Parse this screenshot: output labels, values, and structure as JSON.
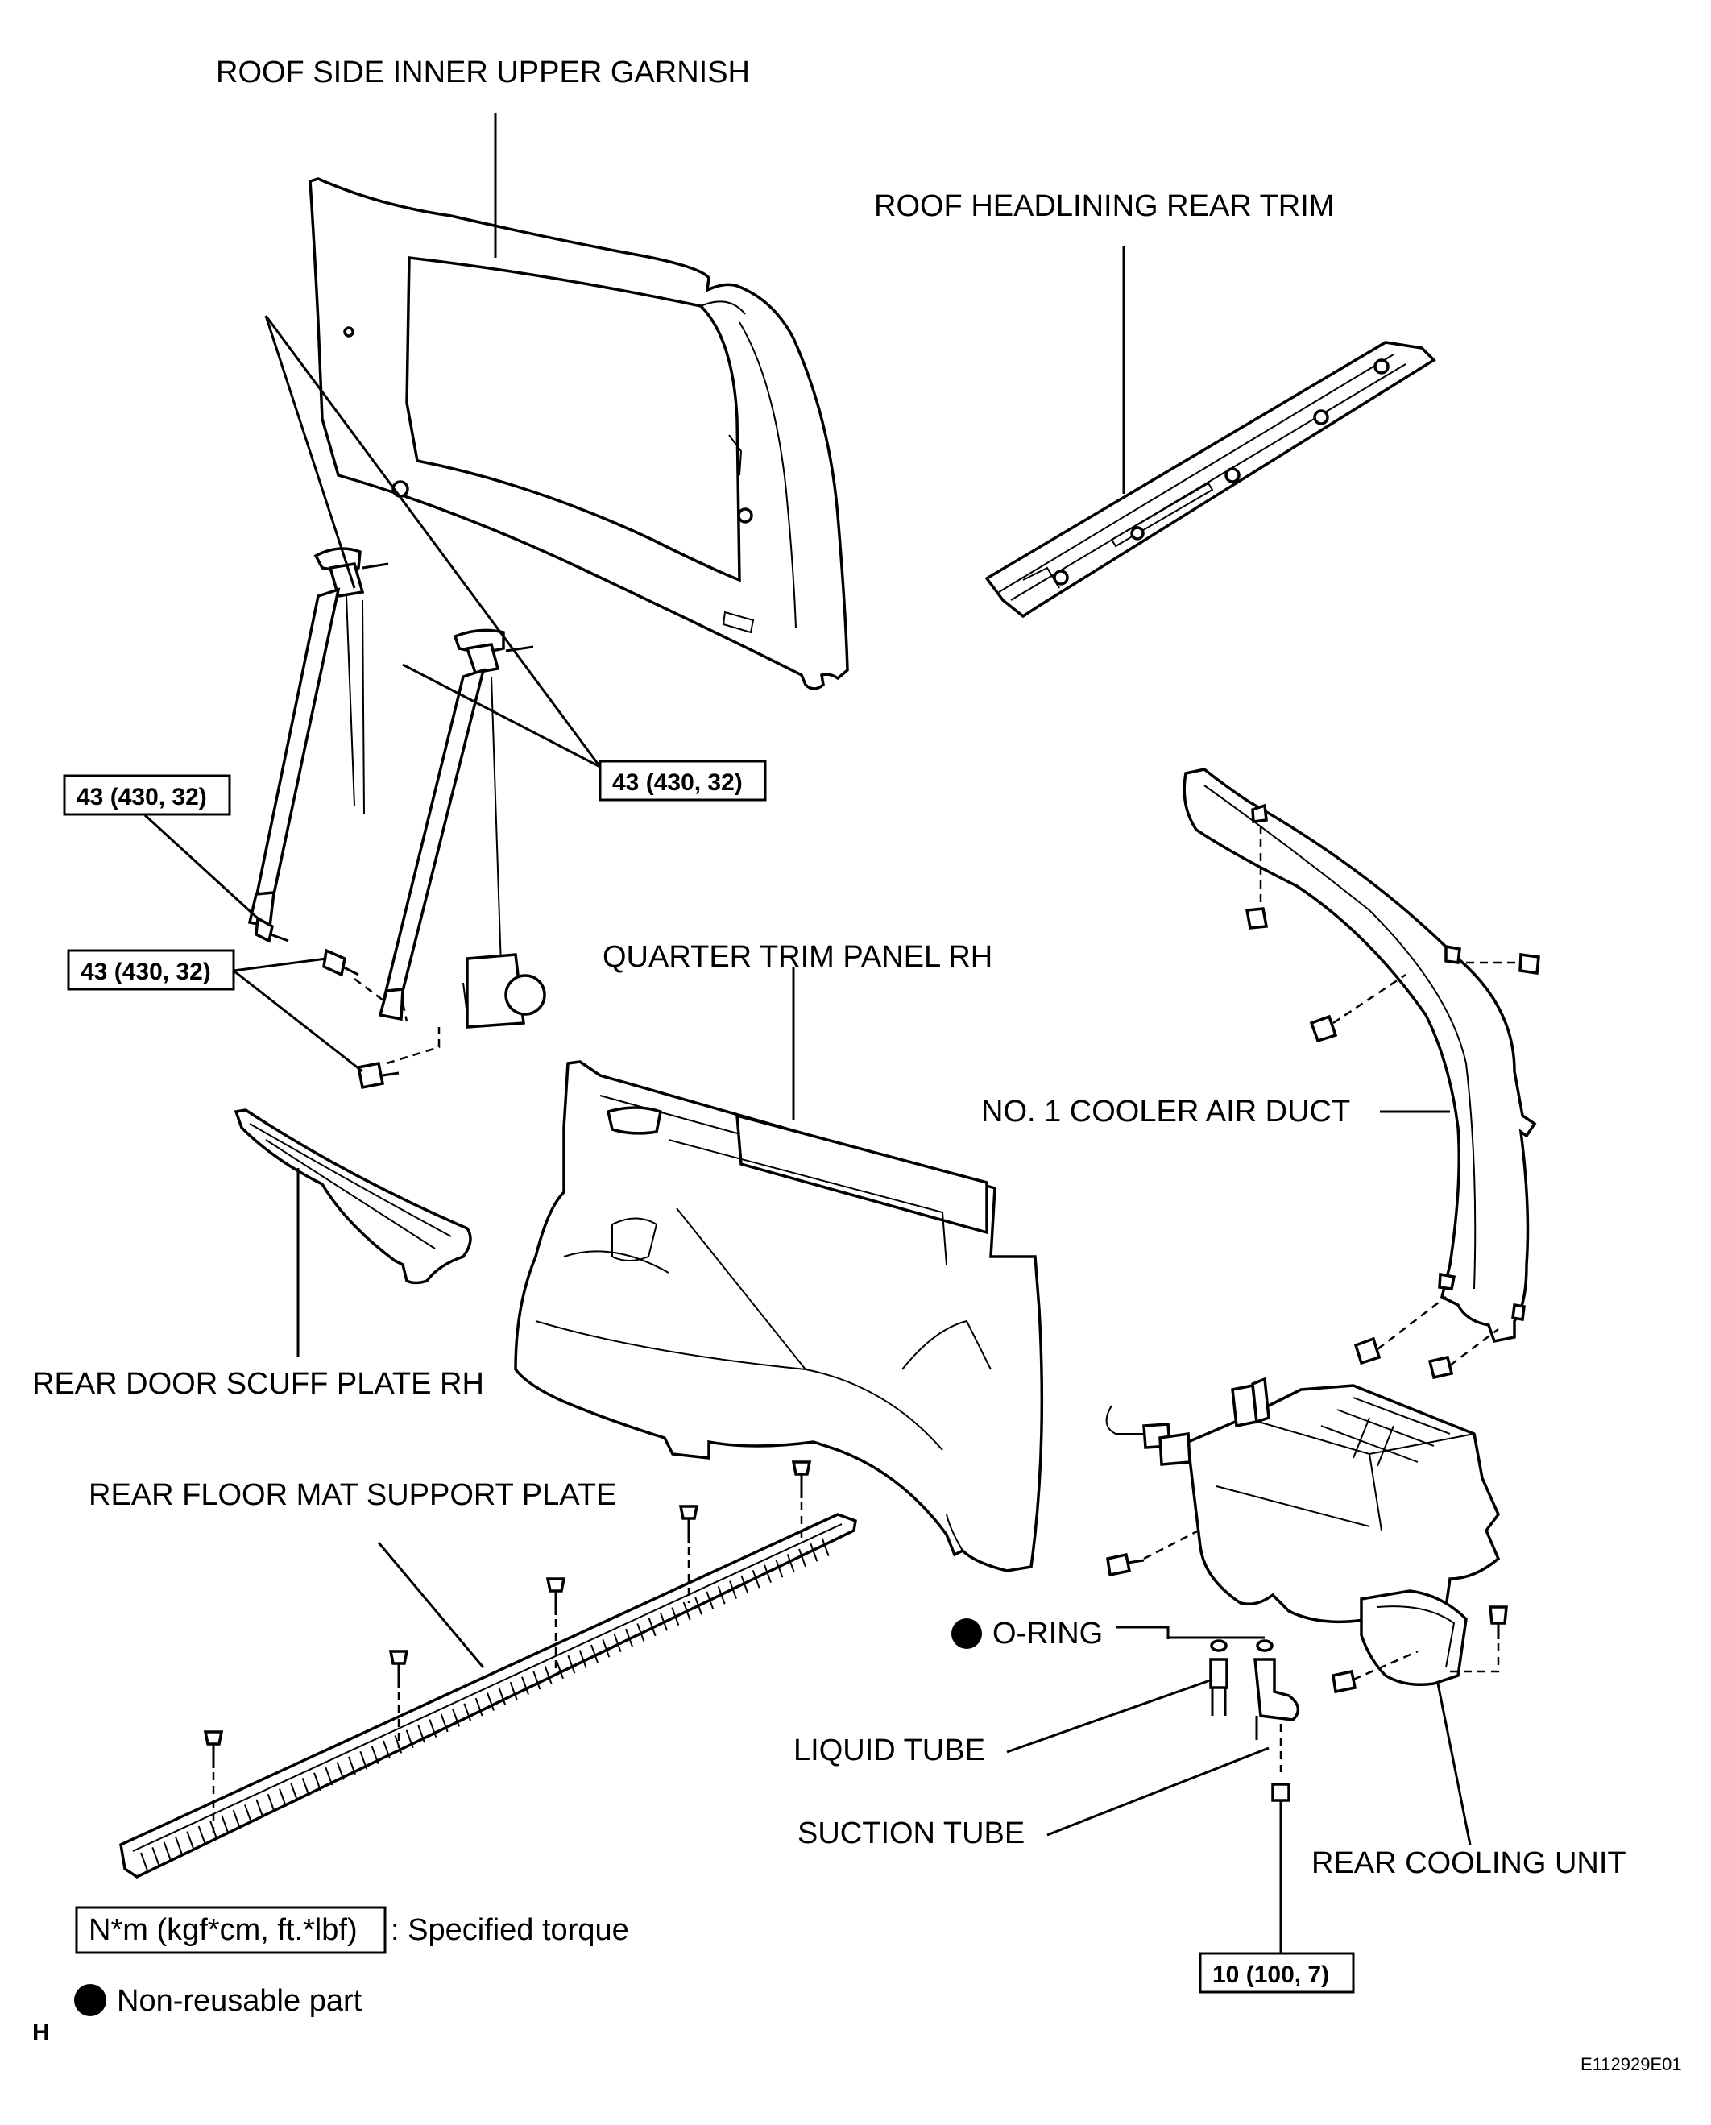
{
  "labels": {
    "roof_side_inner_upper_garnish": "ROOF SIDE INNER UPPER GARNISH",
    "roof_headlining_rear_trim": "ROOF HEADLINING REAR TRIM",
    "quarter_trim_panel_rh": "QUARTER TRIM PANEL RH",
    "no1_cooler_air_duct": "NO. 1 COOLER AIR DUCT",
    "rear_door_scuff_plate_rh": "REAR DOOR SCUFF PLATE RH",
    "rear_floor_mat_support_plate": "REAR FLOOR MAT SUPPORT PLATE",
    "o_ring": "O-RING",
    "liquid_tube": "LIQUID TUBE",
    "suction_tube": "SUCTION TUBE",
    "rear_cooling_unit": "REAR COOLING UNIT"
  },
  "torque_specs": {
    "belt_upper_anchor": "43 (430, 32)",
    "belt_lower_left": "43 (430, 32)",
    "belt_lower_bolts": "43 (430, 32)",
    "suction_tube_bolt": "10 (100, 7)"
  },
  "legend": {
    "torque_unit_box": "N*m (kgf*cm, ft.*lbf)",
    "torque_unit_desc": ": Specified torque",
    "non_reusable_desc": "Non-reusable part"
  },
  "corner": {
    "section_letter": "H",
    "figure_id": "E112929E01"
  },
  "icons": {
    "non_reusable_marker": "filled-circle-icon"
  },
  "colors": {
    "ink": "#000000",
    "paper": "#ffffff"
  }
}
